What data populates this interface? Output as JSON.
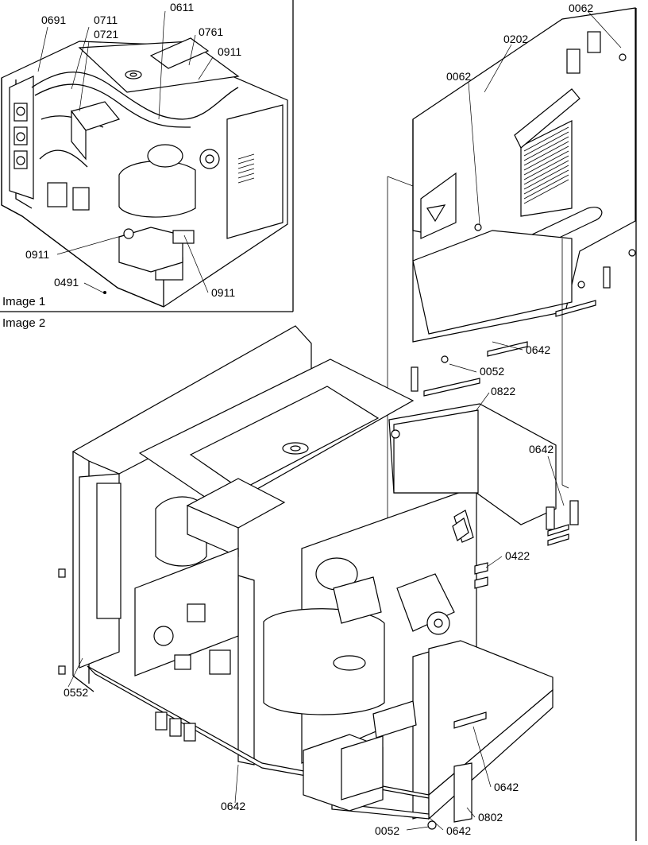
{
  "captions": {
    "image1": "Image 1",
    "image2": "Image 2"
  },
  "callouts": {
    "c0691": "0691",
    "c0711": "0711",
    "c0721": "0721",
    "c0611": "0611",
    "c0761": "0761",
    "c0911a": "0911",
    "c0911b": "0911",
    "c0911c": "0911",
    "c0491": "0491",
    "c0062a": "0062",
    "c0202": "0202",
    "c0062b": "0062",
    "c0642a": "0642",
    "c0052a": "0052",
    "c0822": "0822",
    "c0642b": "0642",
    "c0422": "0422",
    "c0552": "0552",
    "c0642c": "0642",
    "c0642d": "0642",
    "c0802": "0802",
    "c0052b": "0052",
    "c0642e": "0642"
  }
}
